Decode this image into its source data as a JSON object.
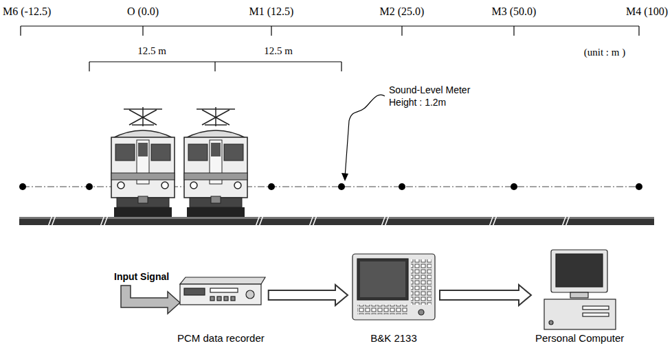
{
  "diagram": {
    "nodes": [
      {
        "text": [
          "PCM data recorder"
        ]
      },
      {
        "text": [
          "B&K 2133"
        ]
      },
      {
        "text": [
          "Personal Computer"
        ]
      }
    ],
    "edges": [
      {
        "from": 0,
        "to": 1,
        "arrow": "to"
      },
      {
        "from": 1,
        "to": 2,
        "arrow": "to"
      }
    ],
    "labels": [
      "M6 (-12.5)",
      "O (0.0)",
      "M1 (12.5)",
      "M2 (25.0)",
      "M3 (50.0)",
      "M4 (100)",
      "12.5 m",
      "12.5 m",
      "(unit : m )",
      "Sound-Level Meter Height : 1.2m",
      "Input Signal"
    ]
  }
}
